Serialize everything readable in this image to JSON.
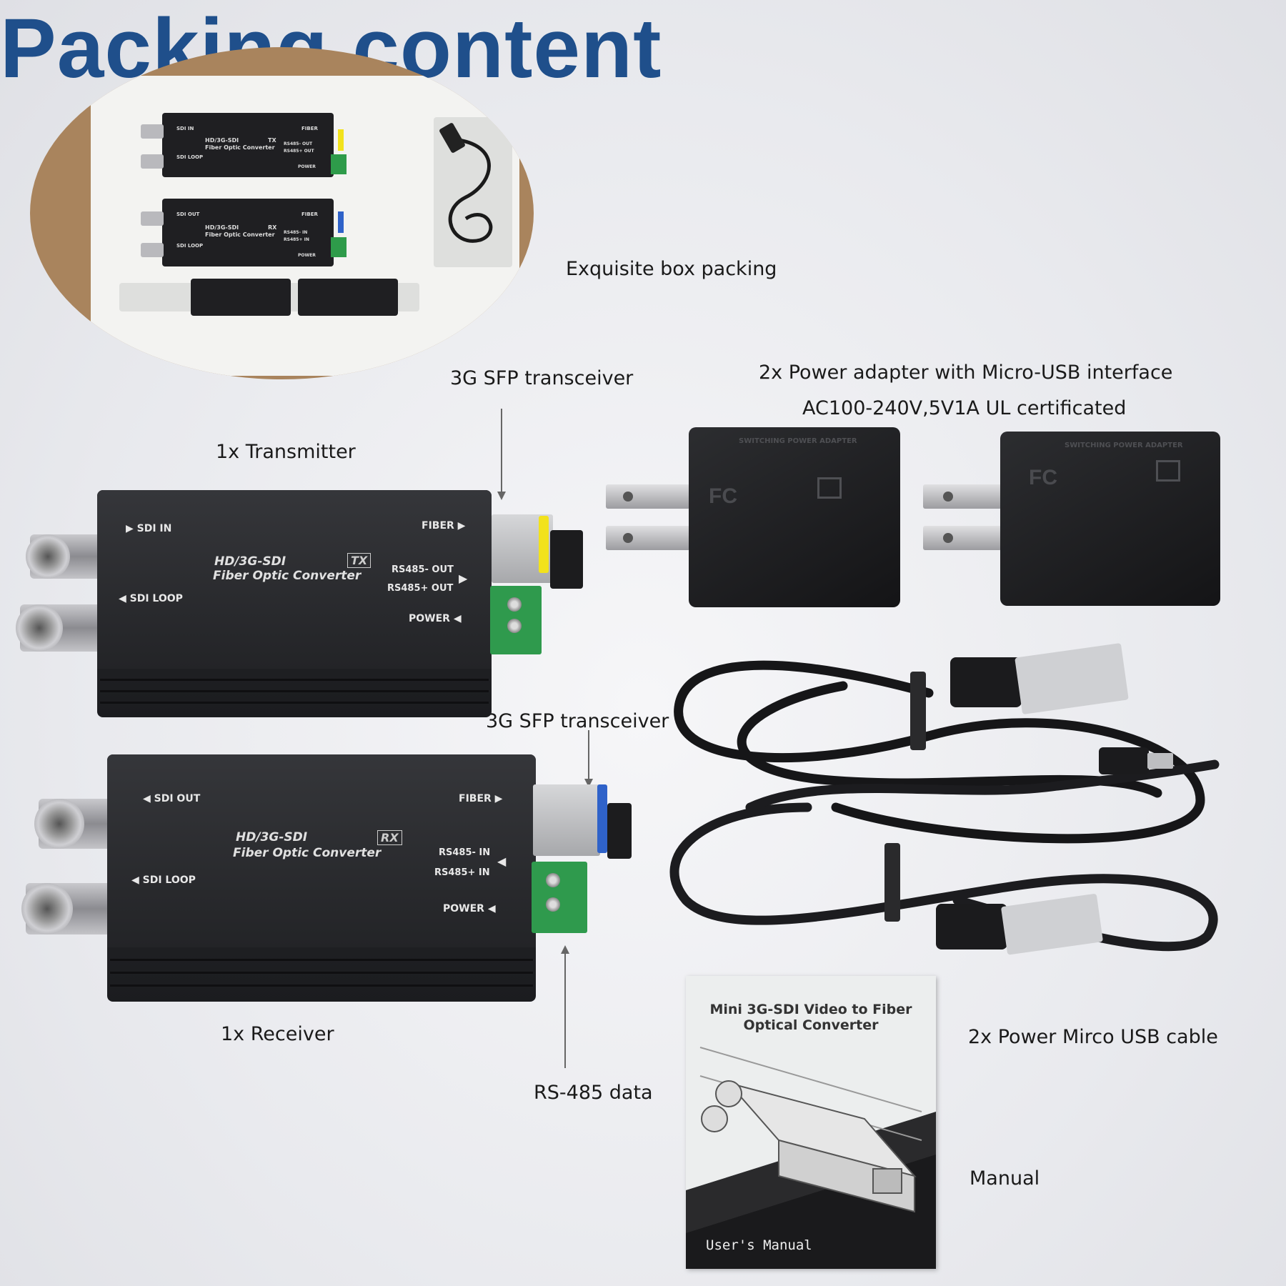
{
  "title": "Packing content",
  "labels": {
    "box": "Exquisite box packing",
    "sfp_top": "3G SFP transceiver",
    "sfp_bottom": "3G SFP transceiver",
    "transmitter": "1x Transmitter",
    "receiver": "1x Receiver",
    "adapter_line1": "2x Power adapter with Micro-USB interface",
    "adapter_line2": "AC100-240V,5V1A UL certificated",
    "usb_cable": "2x Power Mirco USB cable",
    "rs485": "RS-485 data",
    "manual": "Manual"
  },
  "transmitter": {
    "model": "HD/3G-SDI",
    "type": "Fiber Optic Converter",
    "tag": "TX",
    "sdi_in": "SDI IN",
    "sdi_loop": "SDI LOOP",
    "fiber": "FIBER",
    "rs485_out_minus": "RS485- OUT",
    "rs485_out_plus": "RS485+ OUT",
    "power": "POWER"
  },
  "receiver": {
    "model": "HD/3G-SDI",
    "type": "Fiber Optic Converter",
    "tag": "RX",
    "sdi_out": "SDI OUT",
    "sdi_loop": "SDI LOOP",
    "fiber": "FIBER",
    "rs485_in_minus": "RS485- IN",
    "rs485_in_plus": "RS485+ IN",
    "power": "POWER"
  },
  "mini_tx": {
    "sdi_in": "SDI IN",
    "sdi_loop": "SDI LOOP",
    "model": "HD/3G-SDI",
    "type": "Fiber Optic Converter",
    "tag": "TX",
    "fiber": "FIBER",
    "rs485_out_minus": "RS485- OUT",
    "rs485_out_plus": "RS485+ OUT",
    "power": "POWER"
  },
  "mini_rx": {
    "sdi_out": "SDI OUT",
    "sdi_loop": "SDI LOOP",
    "model": "HD/3G-SDI",
    "type": "Fiber Optic Converter",
    "tag": "RX",
    "fiber": "FIBER",
    "rs485_in_minus": "RS485- IN",
    "rs485_in_plus": "RS485+ IN",
    "power": "POWER"
  },
  "adapter": {
    "header": "SWITCHING POWER ADAPTER",
    "logo": "FC"
  },
  "manual": {
    "title": "Mini 3G-SDI Video to Fiber Optical Converter",
    "footer": "User's Manual"
  },
  "colors": {
    "title": "#1f4f8b",
    "device": "#1f1f22",
    "terminal": "#2f9a4d",
    "latch_tx": "#f2e21c",
    "latch_rx": "#2f62c9"
  }
}
